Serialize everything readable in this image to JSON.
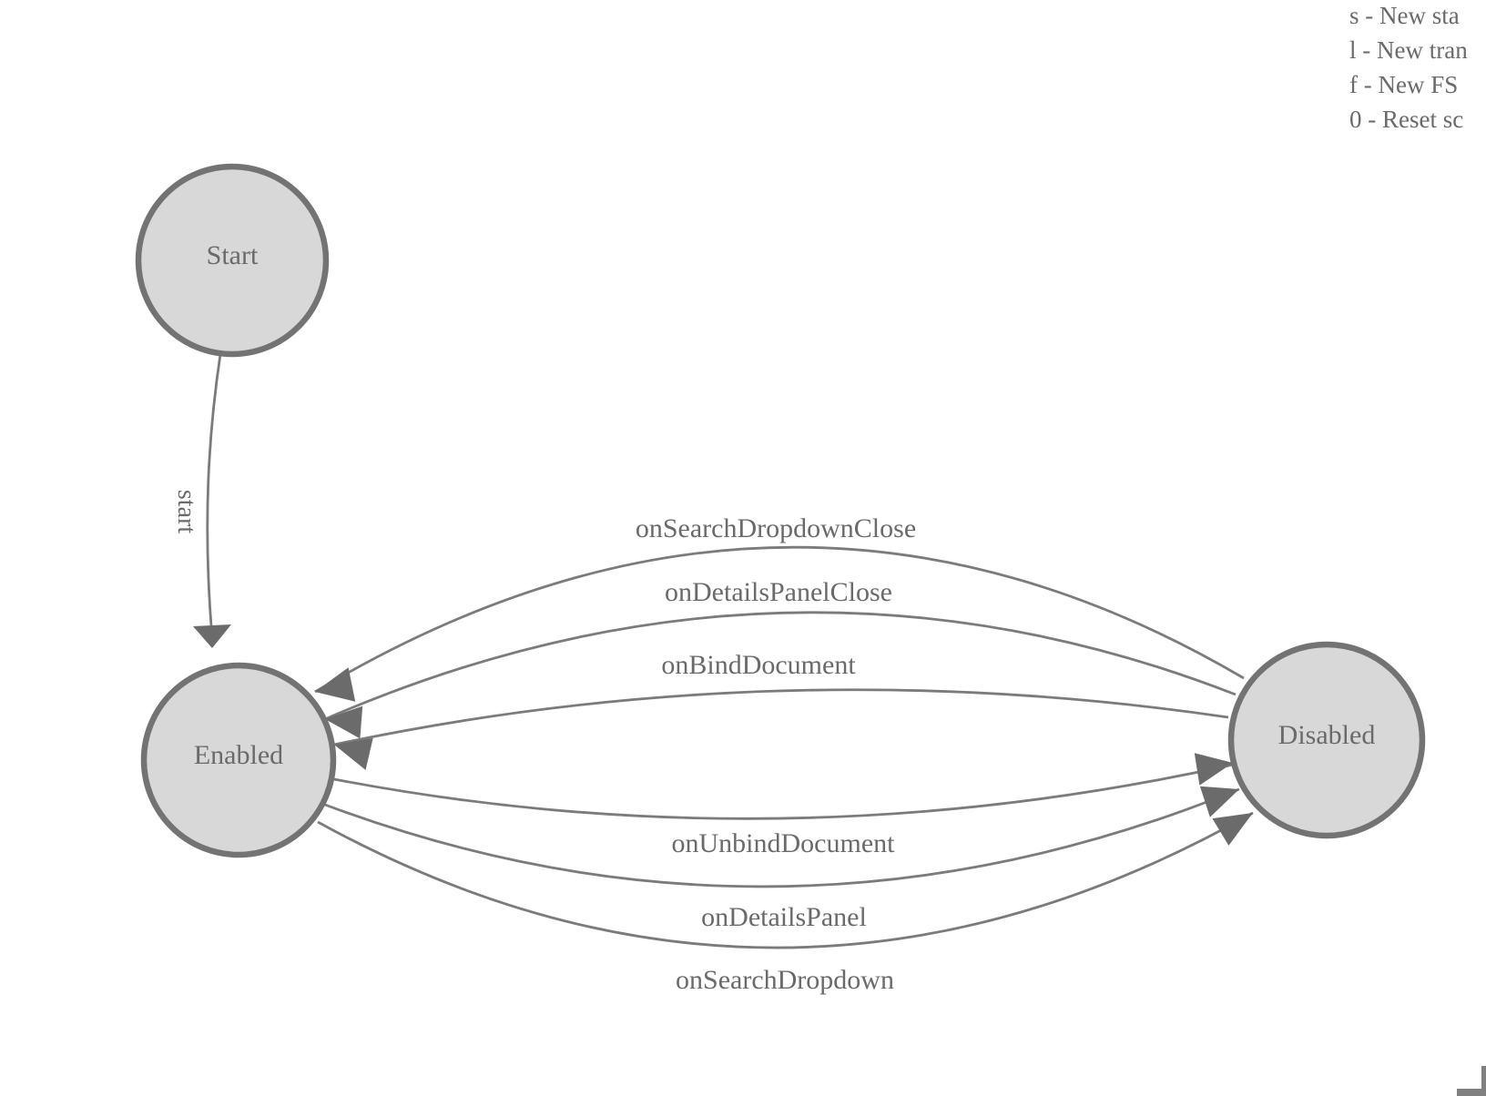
{
  "legend": {
    "lines": [
      "s - New sta",
      "l - New tran",
      "f - New FS",
      "0 - Reset sc"
    ]
  },
  "diagram": {
    "states": [
      {
        "label": "Start"
      },
      {
        "label": "Enabled"
      },
      {
        "label": "Disabled"
      }
    ],
    "transitions": [
      {
        "label": "start",
        "from": "Start",
        "to": "Enabled"
      },
      {
        "label": "onSearchDropdownClose",
        "from": "Disabled",
        "to": "Enabled"
      },
      {
        "label": "onDetailsPanelClose",
        "from": "Disabled",
        "to": "Enabled"
      },
      {
        "label": "onBindDocument",
        "from": "Disabled",
        "to": "Enabled"
      },
      {
        "label": "onUnbindDocument",
        "from": "Enabled",
        "to": "Disabled"
      },
      {
        "label": "onDetailsPanel",
        "from": "Enabled",
        "to": "Disabled"
      },
      {
        "label": "onSearchDropdown",
        "from": "Enabled",
        "to": "Disabled"
      }
    ]
  },
  "colors": {
    "background": "#ffffff",
    "state_fill": "#d8d8d8",
    "state_border": "#737373",
    "edge_line": "#7b7b7b",
    "arrowhead": "#6b6b6b",
    "text": "#6a6a6a",
    "corner_mark": "#808080"
  }
}
